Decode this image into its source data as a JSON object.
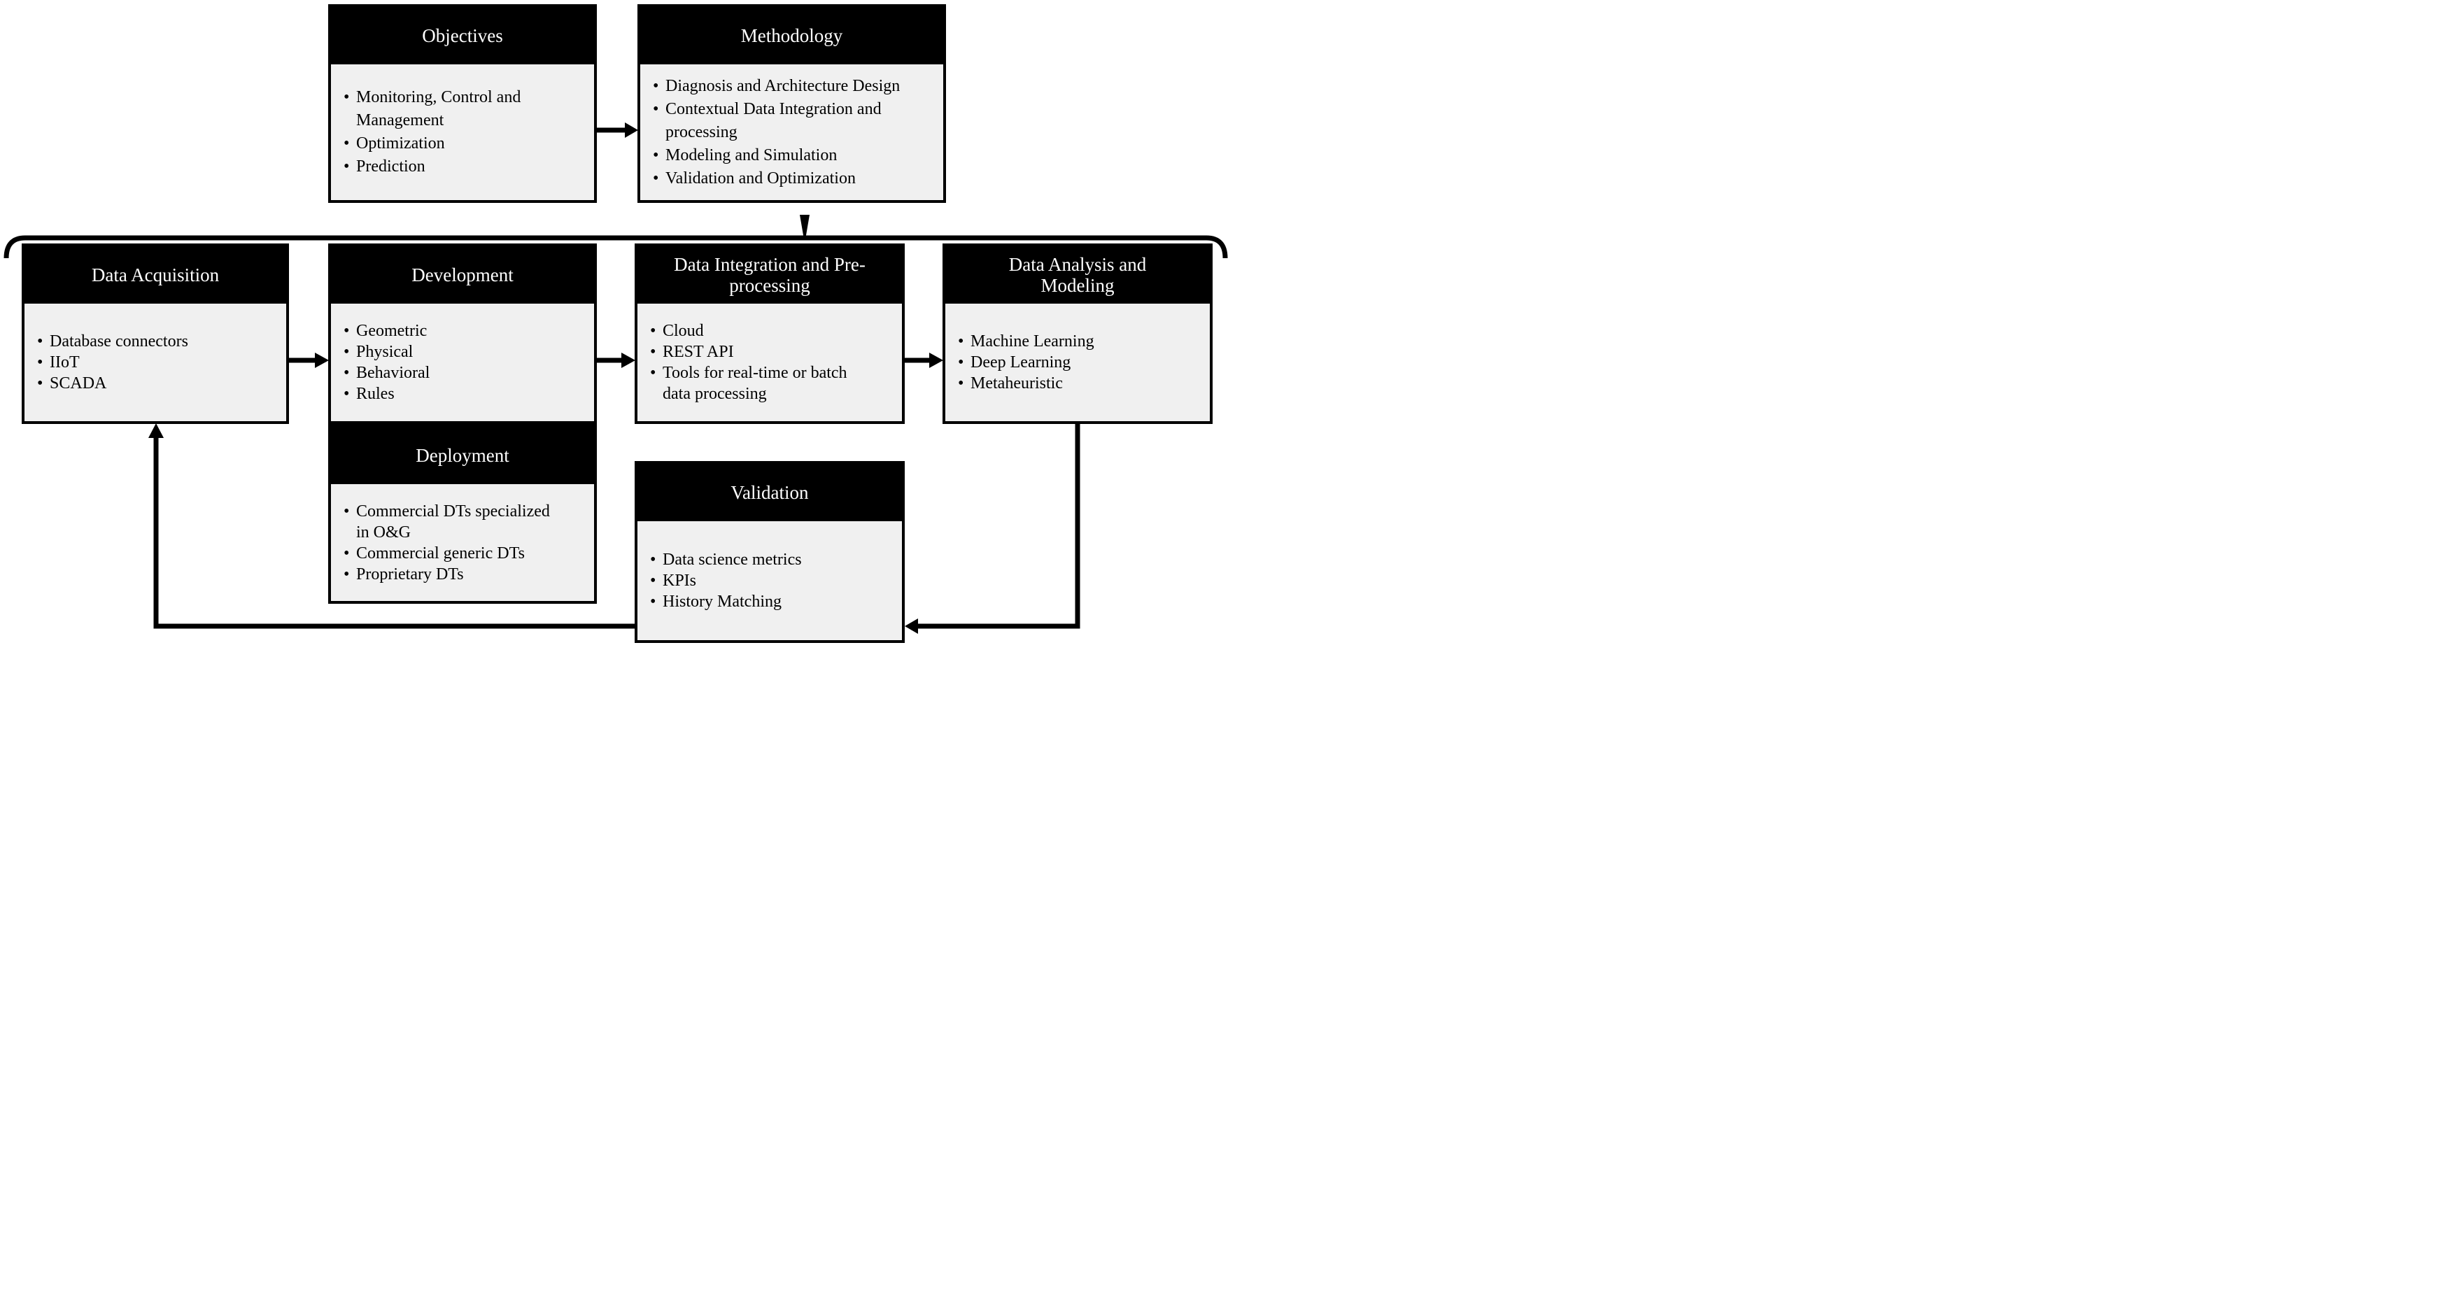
{
  "diagram": {
    "colors": {
      "background": "#ffffff",
      "header_bg": "#000000",
      "header_text": "#ffffff",
      "body_bg": "#f0f0f0",
      "border": "#000000",
      "connector": "#000000"
    },
    "boxes": [
      {
        "id": "objectives",
        "title": "Objectives",
        "items": [
          "Monitoring, Control and\nManagement",
          "Optimization",
          "Prediction"
        ]
      },
      {
        "id": "methodology",
        "title": "Methodology",
        "items": [
          "Diagnosis and Architecture Design",
          "Contextual Data Integration and\nprocessing",
          "Modeling and Simulation",
          "Validation and Optimization"
        ]
      },
      {
        "id": "data-acquisition",
        "title": "Data Acquisition",
        "items": [
          "Database connectors",
          "IIoT",
          "SCADA"
        ]
      },
      {
        "id": "development",
        "title": "Development",
        "items": [
          "Geometric",
          "Physical",
          "Behavioral",
          "Rules"
        ]
      },
      {
        "id": "data-integration",
        "title": "Data Integration and Pre-\nprocessing",
        "items": [
          "Cloud",
          "REST API",
          "Tools for real-time or batch\ndata processing"
        ]
      },
      {
        "id": "data-analysis",
        "title": "Data Analysis and\nModeling",
        "items": [
          "Machine Learning",
          "Deep Learning",
          "Metaheuristic"
        ]
      },
      {
        "id": "deployment",
        "title": "Deployment",
        "items": [
          "Commercial DTs specialized\nin O&G",
          "Commercial generic DTs",
          "Proprietary DTs"
        ]
      },
      {
        "id": "validation",
        "title": "Validation",
        "items": [
          "Data science metrics",
          "KPIs",
          "History Matching"
        ]
      }
    ],
    "edges": [
      {
        "from": "objectives",
        "to": "methodology",
        "type": "arrow"
      },
      {
        "from": "methodology",
        "to": "data-acquisition | development | data-integration | data-analysis",
        "type": "brace"
      },
      {
        "from": "data-acquisition",
        "to": "development",
        "type": "arrow"
      },
      {
        "from": "development",
        "to": "data-integration",
        "type": "arrow"
      },
      {
        "from": "data-integration",
        "to": "data-analysis",
        "type": "arrow"
      },
      {
        "from": "data-analysis",
        "to": "validation",
        "type": "arrow"
      },
      {
        "from": "validation",
        "to": "data-acquisition",
        "type": "arrow"
      }
    ]
  }
}
